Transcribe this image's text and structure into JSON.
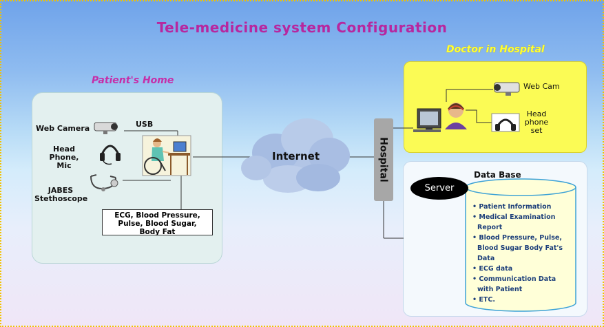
{
  "title": "Tele-medicine system Configuration",
  "colors": {
    "title": "#b7279f",
    "patient_label": "#c62ea8",
    "doctor_label": "#ffff33",
    "doctor_box": "#fbfb55",
    "db_list_text": "#1d3f7a",
    "border_dots": "#f2c300"
  },
  "patient_home": {
    "label": "Patient's Home",
    "web_camera": "Web Camera",
    "usb": "USB",
    "head_phone": [
      "Head",
      "Phone,",
      "Mic"
    ],
    "stethoscope": [
      "JABES",
      "Stethoscope"
    ],
    "measurements": [
      "ECG, Blood Pressure,",
      "Pulse, Blood Sugar,",
      "Body Fat"
    ]
  },
  "network": {
    "internet": "Internet",
    "hospital": "Hospital"
  },
  "doctor": {
    "label": "Doctor in Hospital",
    "web_cam": "Web Cam",
    "head_phone_set": [
      "Head",
      "phone",
      "set"
    ]
  },
  "database": {
    "title": "Data Base",
    "server": "Server",
    "items": [
      "• Patient Information",
      "• Medical Examination Report",
      "• Blood Pressure, Pulse, Blood Sugar Body Fat's Data",
      "• ECG data",
      "• Communication Data with Patient",
      "• ETC."
    ]
  }
}
